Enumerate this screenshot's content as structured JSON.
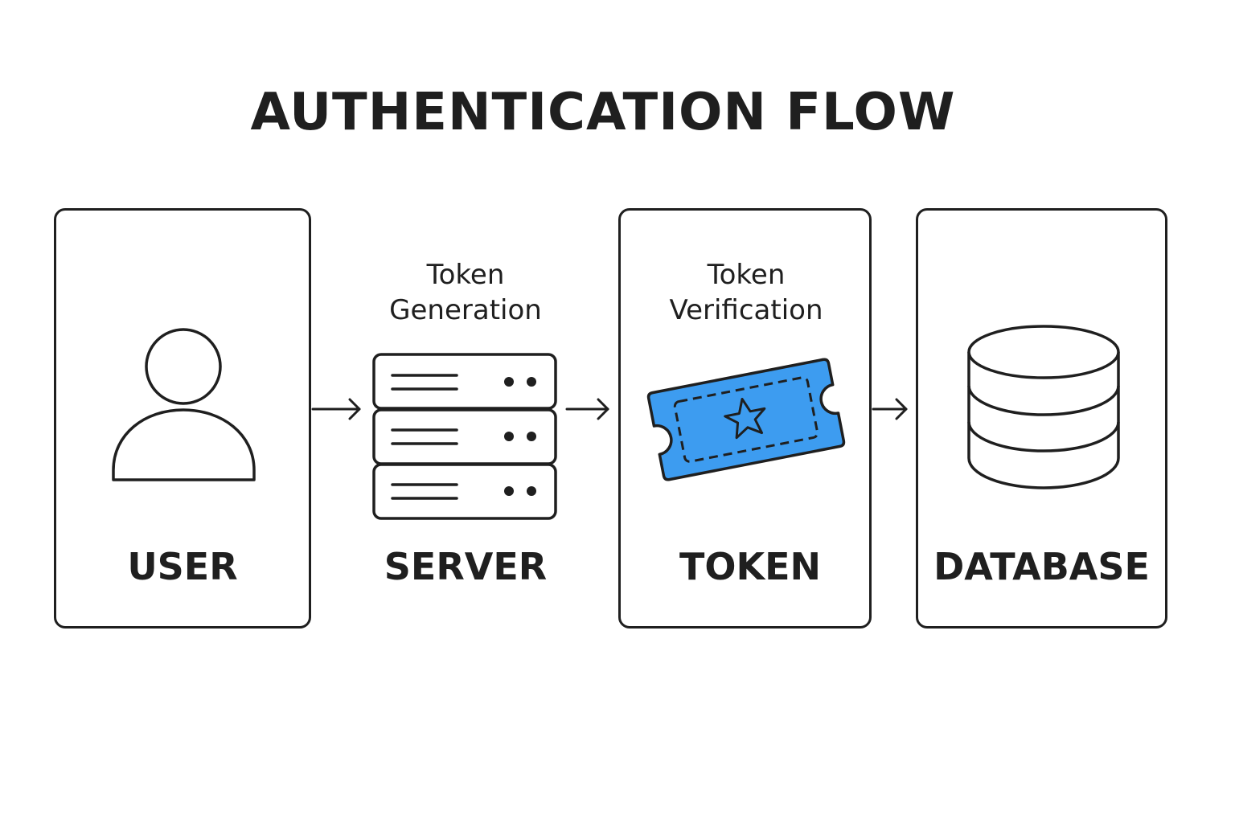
{
  "title": "AUTHENTICATION FLOW",
  "nodes": {
    "user": {
      "label": "USER"
    },
    "server": {
      "label": "SERVER",
      "caption_line1": "Token",
      "caption_line2": "Generation"
    },
    "token": {
      "label": "TOKEN",
      "caption_line1": "Token",
      "caption_line2": "Verification"
    },
    "database": {
      "label": "DATABASE"
    }
  },
  "icons": {
    "user": "user-icon",
    "server": "server-stack-icon",
    "token": "ticket-icon",
    "database": "database-icon",
    "arrow": "arrow-right-icon"
  },
  "colors": {
    "stroke": "#1f1f1f",
    "ticket_fill": "#3d9cf0",
    "background": "#ffffff"
  }
}
